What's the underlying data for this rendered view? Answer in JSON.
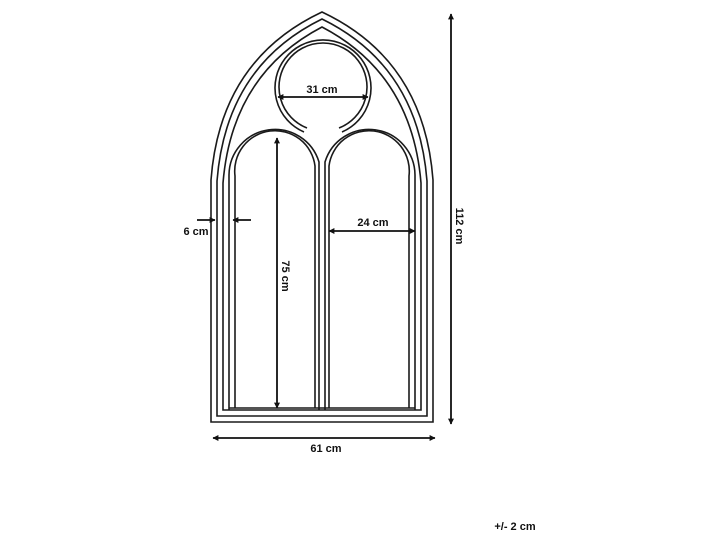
{
  "diagram": {
    "dimensions": {
      "circle_width": "31 cm",
      "frame_border": "6 cm",
      "pane_width": "24 cm",
      "pane_height": "75 cm",
      "total_height": "112 cm",
      "total_width": "61 cm",
      "tolerance": "+/- 2 cm"
    }
  }
}
